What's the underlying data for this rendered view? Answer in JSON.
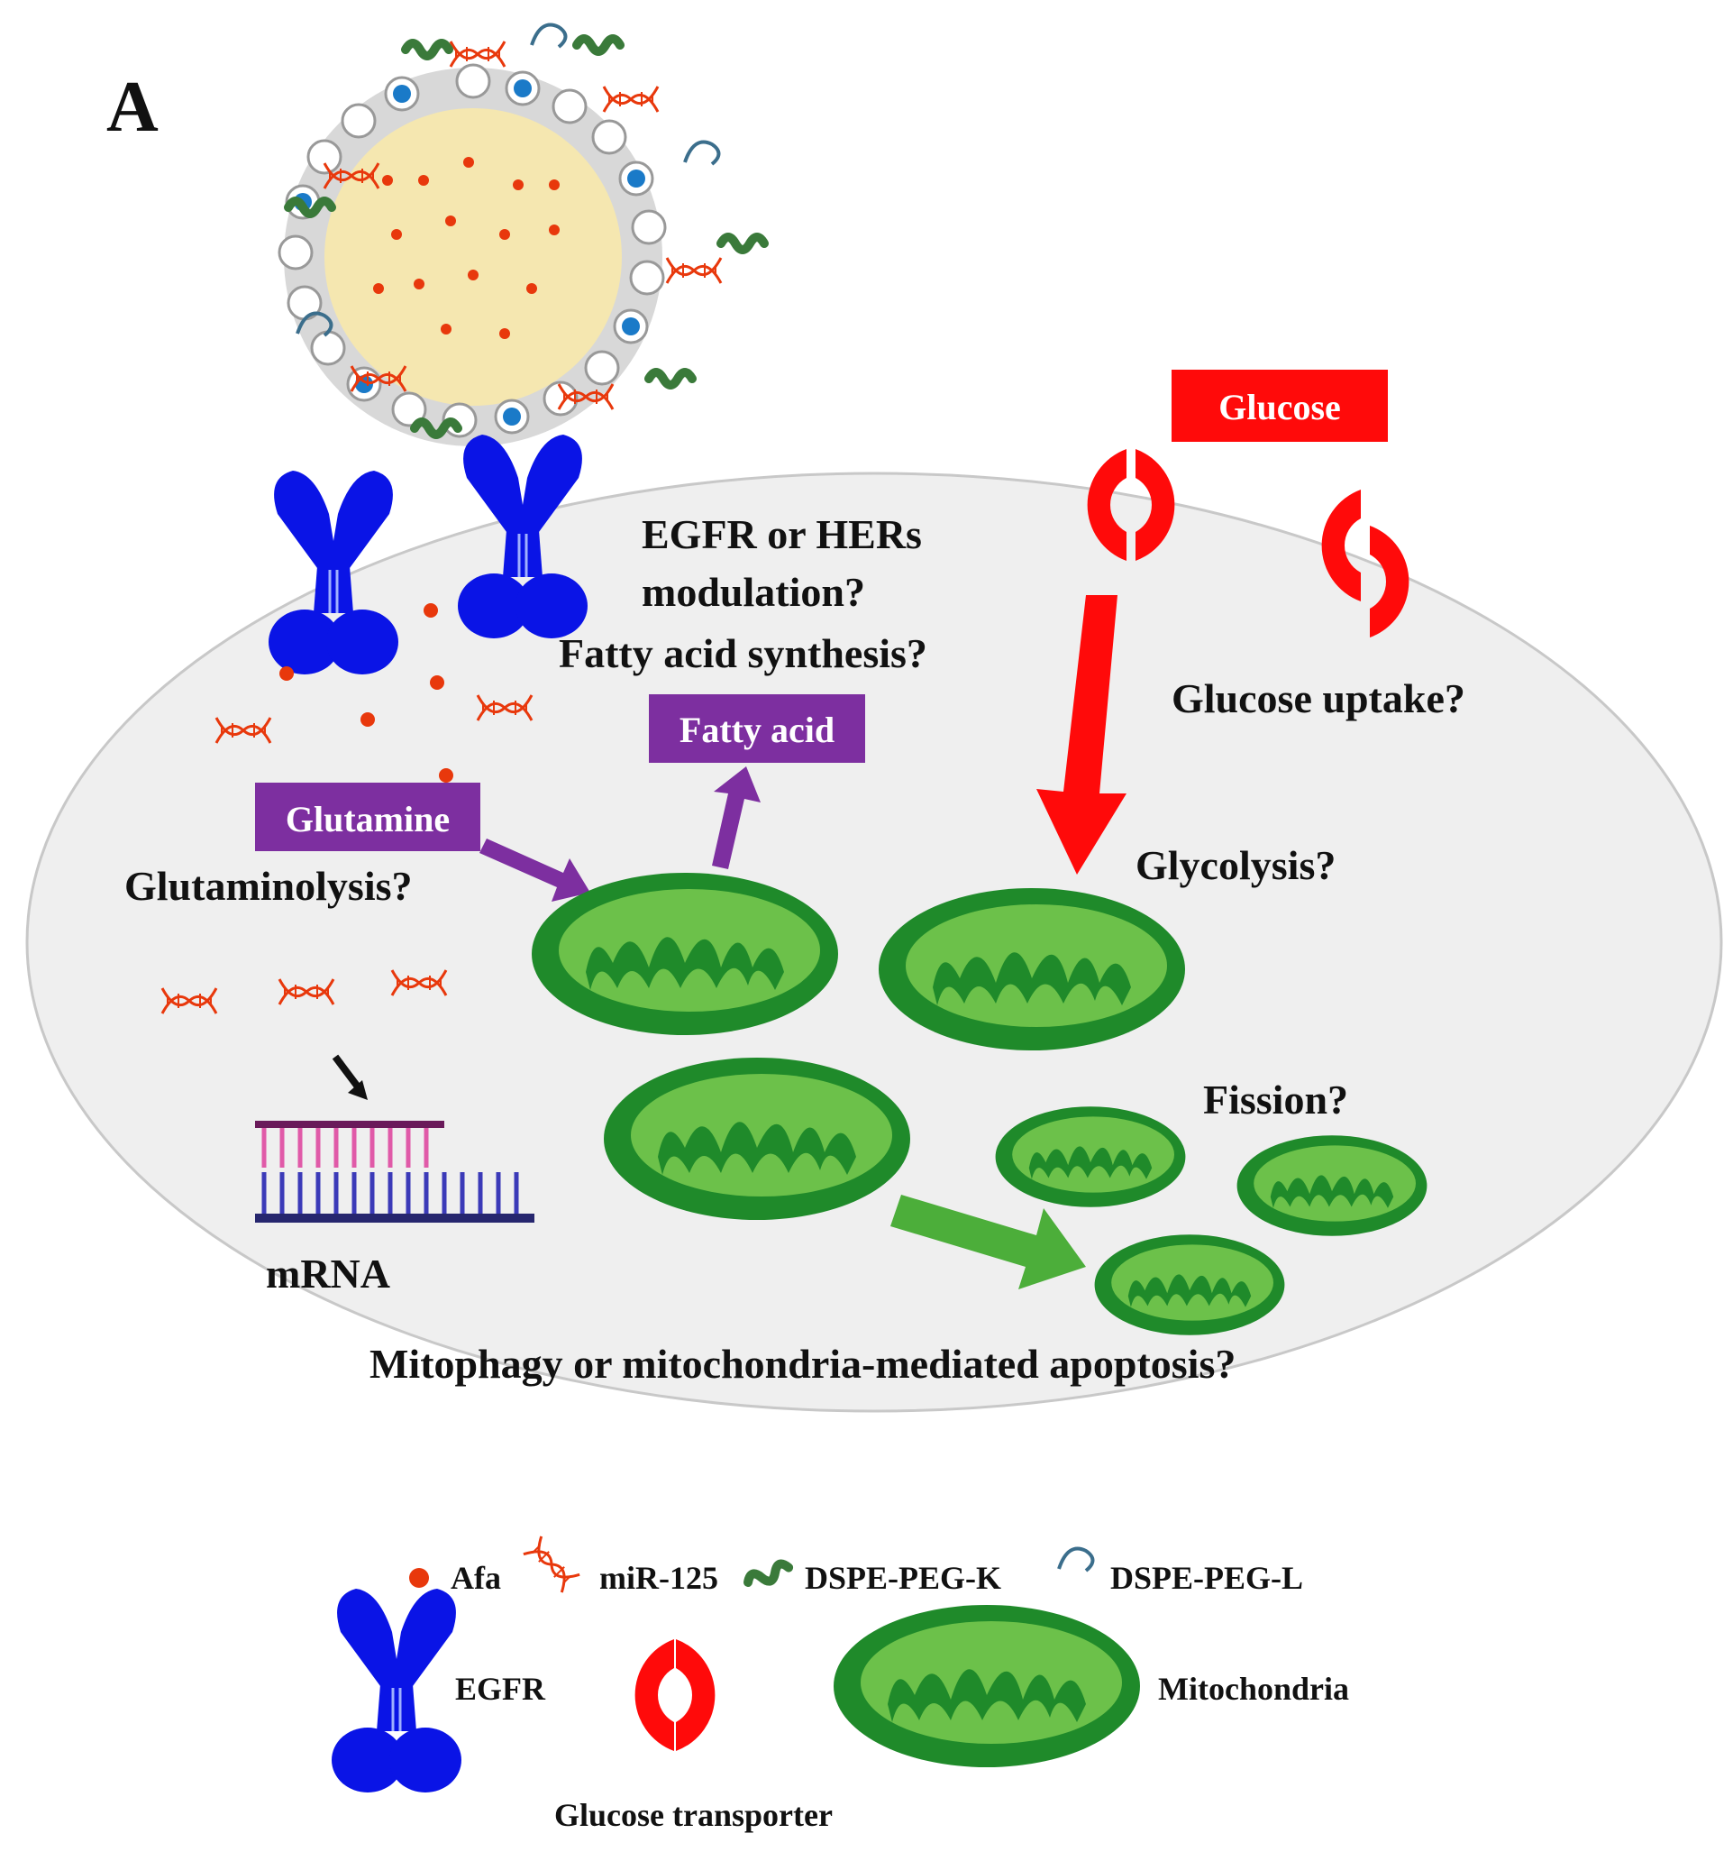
{
  "panel_label": "A",
  "boxes": {
    "glucose": "Glucose",
    "fatty_acid": "Fatty acid",
    "glutamine": "Glutamine"
  },
  "labels": {
    "egfr_line1": "EGFR or HERs",
    "egfr_line2": "modulation?",
    "fatty_synthesis": "Fatty acid synthesis?",
    "glucose_uptake": "Glucose uptake?",
    "glutaminolysis": "Glutaminolysis?",
    "glycolysis": "Glycolysis?",
    "fission": "Fission?",
    "mrna": "mRNA",
    "mitophagy": "Mitophagy or mitochondria-mediated apoptosis?"
  },
  "legend": {
    "afa": "Afa",
    "mir": "miR-125",
    "peg_k": "DSPE-PEG-K",
    "peg_l": "DSPE-PEG-L",
    "egfr": "EGFR",
    "transporter": "Glucose transporter",
    "mitochondria": "Mitochondria"
  },
  "colors": {
    "cell": "#efefef",
    "egfr": "#0a14e6",
    "transporter": "#ff0a0a",
    "purple": "#7d2fa0",
    "mito_dark": "#1f8a2a",
    "mito_light": "#6cc14a",
    "afa": "#e8380c"
  }
}
